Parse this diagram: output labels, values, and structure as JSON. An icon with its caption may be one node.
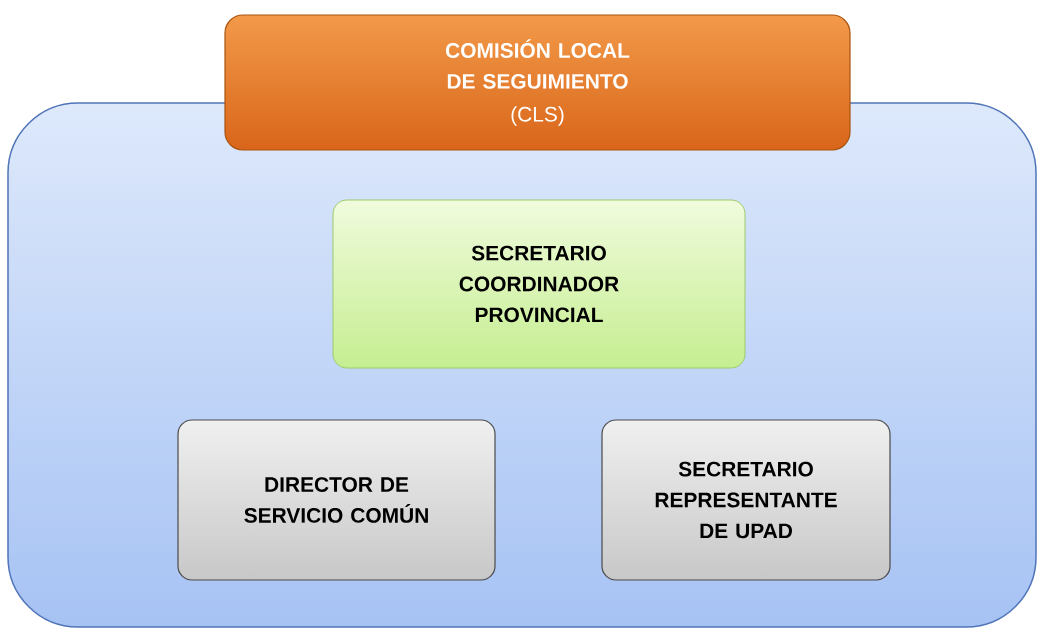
{
  "diagram": {
    "nodes": [
      {
        "text": [
          "COMISIÓN LOCAL DE SEGUIMIENTO",
          "(CLS)"
        ]
      },
      {
        "text": [],
        "shape": "box"
      },
      {
        "text": [
          "SECRETARIO COORDINADOR PROVINCIAL"
        ],
        "in": 1
      },
      {
        "text": [
          "DIRECTOR DE SERVICIO COMÚN"
        ],
        "in": 1
      },
      {
        "text": [
          "SECRETARIO REPRESENTANTE DE UPAD"
        ],
        "in": 1
      }
    ]
  }
}
